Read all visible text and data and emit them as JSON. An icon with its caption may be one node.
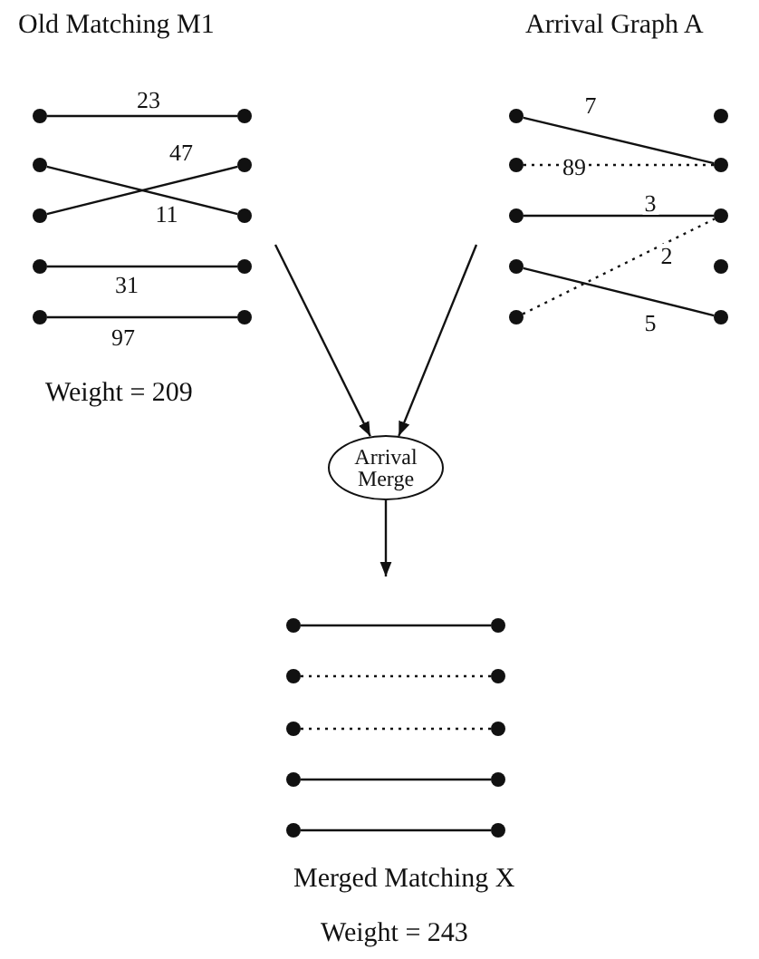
{
  "diagram": {
    "nodes": [
      {
        "text": [],
        "shape": "circle"
      },
      {
        "text": [],
        "shape": "circle"
      },
      {
        "text": [],
        "shape": "circle"
      },
      {
        "text": [],
        "shape": "circle"
      },
      {
        "text": [],
        "shape": "circle"
      },
      {
        "text": [],
        "shape": "circle"
      },
      {
        "text": [],
        "shape": "circle"
      },
      {
        "text": [],
        "shape": "circle"
      },
      {
        "text": [],
        "shape": "circle"
      },
      {
        "text": [],
        "shape": "circle"
      },
      {
        "text": [],
        "shape": "circle"
      },
      {
        "text": [],
        "shape": "circle"
      },
      {
        "text": [],
        "shape": "circle"
      },
      {
        "text": [],
        "shape": "circle"
      },
      {
        "text": [],
        "shape": "circle"
      },
      {
        "text": [],
        "shape": "circle"
      },
      {
        "text": [],
        "shape": "circle"
      },
      {
        "text": [],
        "shape": "circle"
      },
      {
        "text": [],
        "shape": "circle"
      },
      {
        "text": [],
        "shape": "circle"
      },
      {
        "text": [
          "Arrival Merge"
        ]
      },
      {
        "text": [],
        "shape": "circle"
      },
      {
        "text": [],
        "shape": "circle"
      },
      {
        "text": [],
        "shape": "circle"
      },
      {
        "text": [],
        "shape": "circle"
      },
      {
        "text": [],
        "shape": "circle"
      },
      {
        "text": [],
        "shape": "circle"
      },
      {
        "text": [],
        "shape": "circle"
      },
      {
        "text": [],
        "shape": "circle"
      },
      {
        "text": [],
        "shape": "circle"
      },
      {
        "text": [],
        "shape": "circle"
      }
    ],
    "edges": [
      {
        "from": 0,
        "to": 1,
        "arrow": "none",
        "label": "23"
      },
      {
        "from": 4,
        "to": 3,
        "arrow": "none",
        "label": "47"
      },
      {
        "from": 2,
        "to": 5,
        "arrow": "none",
        "label": "11"
      },
      {
        "from": 6,
        "to": 7,
        "arrow": "none",
        "label": "31"
      },
      {
        "from": 8,
        "to": 9,
        "arrow": "none",
        "label": "97"
      },
      {
        "from": 10,
        "to": 13,
        "arrow": "none",
        "label": "7"
      },
      {
        "from": 12,
        "to": 13,
        "arrow": "none",
        "label": "89",
        "style": "dashed"
      },
      {
        "from": 14,
        "to": 15,
        "arrow": "none",
        "label": "3"
      },
      {
        "from": 18,
        "to": 15,
        "arrow": "none",
        "label": "2",
        "style": "dashed"
      },
      {
        "from": 16,
        "to": 19,
        "arrow": "none",
        "label": "5"
      },
      {
        "from": null,
        "to": 20,
        "arrow": "to"
      },
      {
        "from": null,
        "to": 20,
        "arrow": "to"
      },
      {
        "from": 20,
        "to": null,
        "arrow": "to"
      },
      {
        "from": 21,
        "to": 22,
        "arrow": "none"
      },
      {
        "from": 23,
        "to": 24,
        "arrow": "none",
        "style": "dashed"
      },
      {
        "from": 25,
        "to": 26,
        "arrow": "none",
        "style": "dashed"
      },
      {
        "from": 27,
        "to": 28,
        "arrow": "none"
      },
      {
        "from": 29,
        "to": 30,
        "arrow": "none"
      }
    ],
    "labels": [
      "Old Matching M1",
      "Arrival Graph A",
      "Weight = 209",
      "Merged Matching X",
      "Weight = 243"
    ]
  }
}
